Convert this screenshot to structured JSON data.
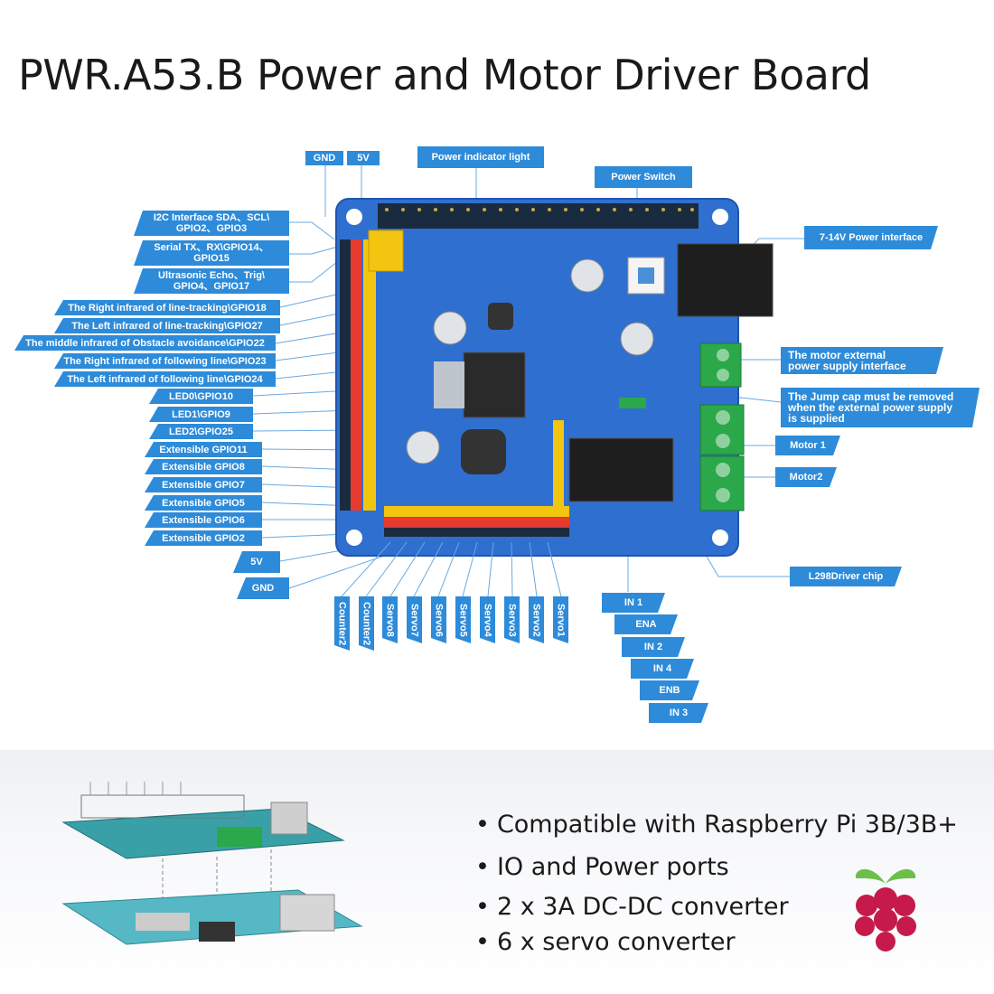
{
  "title": "PWR.A53.B Power and Motor Driver Board",
  "labels": {
    "gnd_top": "GND",
    "v5_top": "5V",
    "power_indicator": "Power indicator light",
    "power_switch": "Power Switch",
    "power_interface": "7-14V Power interface",
    "motor_external": "The motor external\npower supply interface",
    "jump_cap": "The Jump cap must be removed\nwhen the external power supply\nis supplied",
    "motor1": "Motor 1",
    "motor2": "Motor2",
    "l298": "L298Driver chip",
    "v5_bottom": "5V",
    "gnd_bottom": "GND"
  },
  "left_labels": [
    "I2C Interface SDA、SCL\\\nGPIO2、GPIO3",
    "Serial TX、RX\\GPIO14、\nGPIO15",
    "Ultrasonic Echo、Trig\\\nGPIO4、GPIO17",
    "The Right infrared of line-tracking\\GPIO18",
    "The Left infrared of line-tracking\\GPIO27",
    "The middle infrared of Obstacle avoidance\\GPIO22",
    "The Right infrared of following line\\GPIO23",
    "The Left infrared of following line\\GPIO24",
    "LED0\\GPIO10",
    "LED1\\GPIO9",
    "LED2\\GPIO25",
    "Extensible GPIO11",
    "Extensible GPIO8",
    "Extensible GPIO7",
    "Extensible GPIO5",
    "Extensible GPIO6",
    "Extensible GPIO2"
  ],
  "bottom_vertical_labels": [
    "Counter2",
    "Counter2",
    "Servo8",
    "Servo7",
    "Servo6",
    "Servo5",
    "Servo4",
    "Servo3",
    "Servo2",
    "Servo1"
  ],
  "in_labels": [
    "IN 1",
    "ENA",
    "IN 2",
    "IN 4",
    "ENB",
    "IN 3"
  ],
  "features": [
    "Compatible with Raspberry Pi 3B/3B+",
    "IO and Power ports",
    "2 x 3A DC-DC converter",
    "6 x servo converter"
  ],
  "icons": [
    "raspberry-pi-logo",
    "stacked-boards-illustration"
  ],
  "colors": {
    "accent": "#2d8bd9",
    "pcb": "#2f6fd0",
    "pin_yellow": "#f2c511",
    "pin_red": "#e63b2e",
    "terminal_green": "#2aa84a"
  }
}
